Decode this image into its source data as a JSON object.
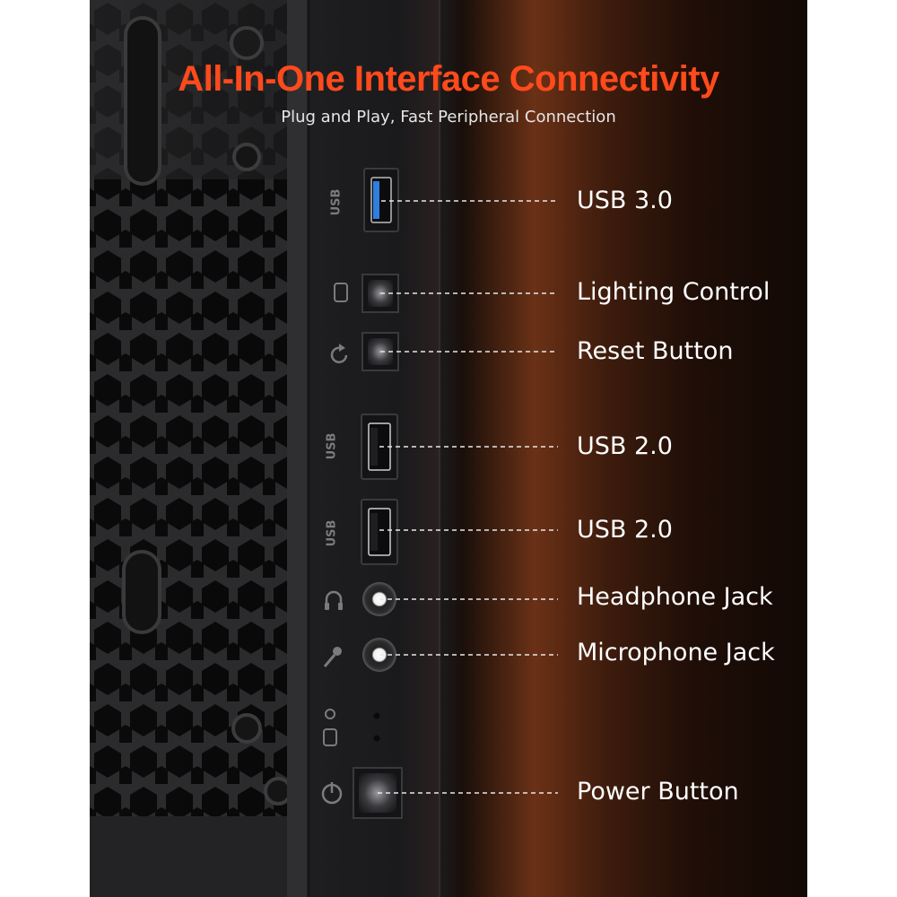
{
  "header": {
    "title": "All-In-One Interface Connectivity",
    "subtitle": "Plug and Play, Fast Peripheral Connection"
  },
  "ports": [
    {
      "label": "USB 3.0",
      "icon": "usb-3-port-icon",
      "panel_text": "USB"
    },
    {
      "label": "Lighting Control",
      "icon": "lighting-control-button-icon",
      "panel_text": ""
    },
    {
      "label": "Reset Button",
      "icon": "reset-button-icon",
      "panel_text": ""
    },
    {
      "label": "USB 2.0",
      "icon": "usb-2-port-icon",
      "panel_text": "USB"
    },
    {
      "label": "USB 2.0",
      "icon": "usb-2-port-icon",
      "panel_text": "USB"
    },
    {
      "label": "Headphone Jack",
      "icon": "headphone-jack-icon",
      "panel_text": ""
    },
    {
      "label": "Microphone Jack",
      "icon": "microphone-jack-icon",
      "panel_text": ""
    },
    {
      "label": "Power Button",
      "icon": "power-button-icon",
      "panel_text": ""
    }
  ],
  "colors": {
    "title": "#ff4a1c",
    "usb3_blue": "#2f7fe0",
    "glow": "#6a3116"
  }
}
